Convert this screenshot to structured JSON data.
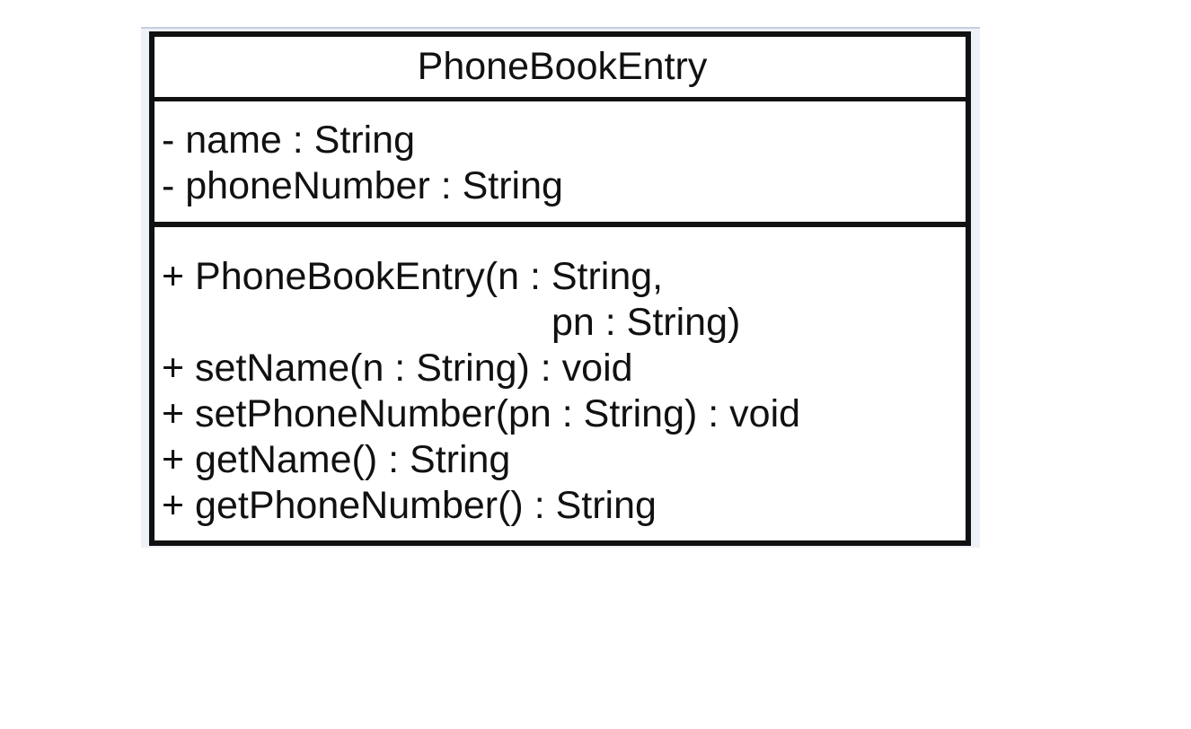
{
  "class": {
    "name": "PhoneBookEntry",
    "attributes": [
      "- name : String",
      "- phoneNumber : String"
    ],
    "methods": {
      "constructor_line1": "+ PhoneBookEntry(n : String,",
      "constructor_line2": "pn : String)",
      "set_name": "+ setName(n : String) : void",
      "set_phone_number": "+ setPhoneNumber(pn : String) : void",
      "get_name": "+ getName() : String",
      "get_phone_number": "+ getPhoneNumber() : String"
    }
  },
  "colors": {
    "border": "#111111",
    "background": "#ffffff",
    "frame_tint": "#eef1f7"
  }
}
